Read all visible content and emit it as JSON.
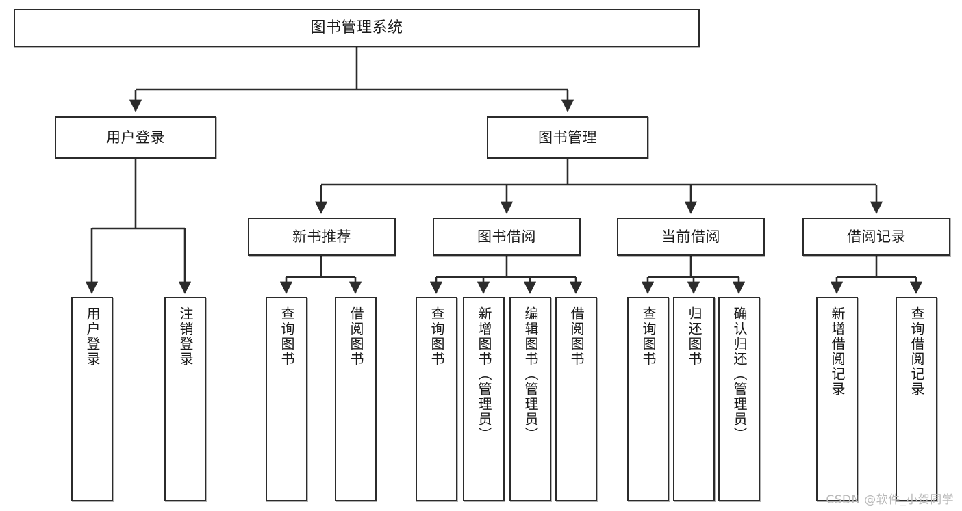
{
  "diagram": {
    "title": "图书管理系统",
    "type": "hierarchy-tree",
    "colors": {
      "box_border": "#2b2b2b",
      "box_fill": "#ffffff",
      "connector": "#2b2b2b",
      "watermark": "#b9b9b9"
    },
    "root": {
      "label": "图书管理系统"
    },
    "level2": [
      {
        "label": "用户登录"
      },
      {
        "label": "图书管理"
      }
    ],
    "level3": [
      {
        "label": "新书推荐"
      },
      {
        "label": "图书借阅"
      },
      {
        "label": "当前借阅"
      },
      {
        "label": "借阅记录"
      }
    ],
    "leaves": {
      "user_login": [
        {
          "label": "用户登录"
        },
        {
          "label": "注销登录"
        }
      ],
      "new_book_recommend": [
        {
          "label": "查询图书"
        },
        {
          "label": "借阅图书"
        }
      ],
      "book_borrow": [
        {
          "label": "查询图书"
        },
        {
          "label": "新增图书（管理员）"
        },
        {
          "label": "编辑图书（管理员）"
        },
        {
          "label": "借阅图书"
        }
      ],
      "current_borrow": [
        {
          "label": "查询图书"
        },
        {
          "label": "归还图书"
        },
        {
          "label": "确认归还（管理员）"
        }
      ],
      "borrow_record": [
        {
          "label": "新增借阅记录"
        },
        {
          "label": "查询借阅记录"
        }
      ]
    }
  },
  "watermark": {
    "text": "CSDN @软件_小贺同学"
  }
}
